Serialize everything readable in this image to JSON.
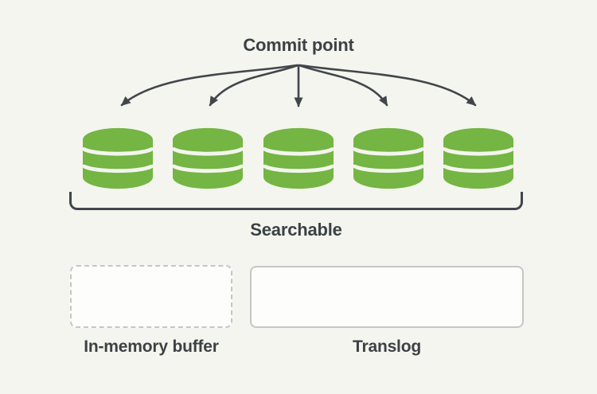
{
  "diagram": {
    "title": "Commit point",
    "searchable_label": "Searchable",
    "buffer_label": "In-memory buffer",
    "translog_label": "Translog",
    "segment_count": 5
  },
  "icons": [
    "database-icon",
    "down-arrow-fan",
    "searchable-bracket"
  ],
  "colors": {
    "background": "#f4f5ee",
    "segment_green": "#74b543",
    "line_dark": "#41464b",
    "text_dark": "#3c4145",
    "box_border_gray": "#c6c6c3",
    "box_fill": "#fdfdfb"
  }
}
